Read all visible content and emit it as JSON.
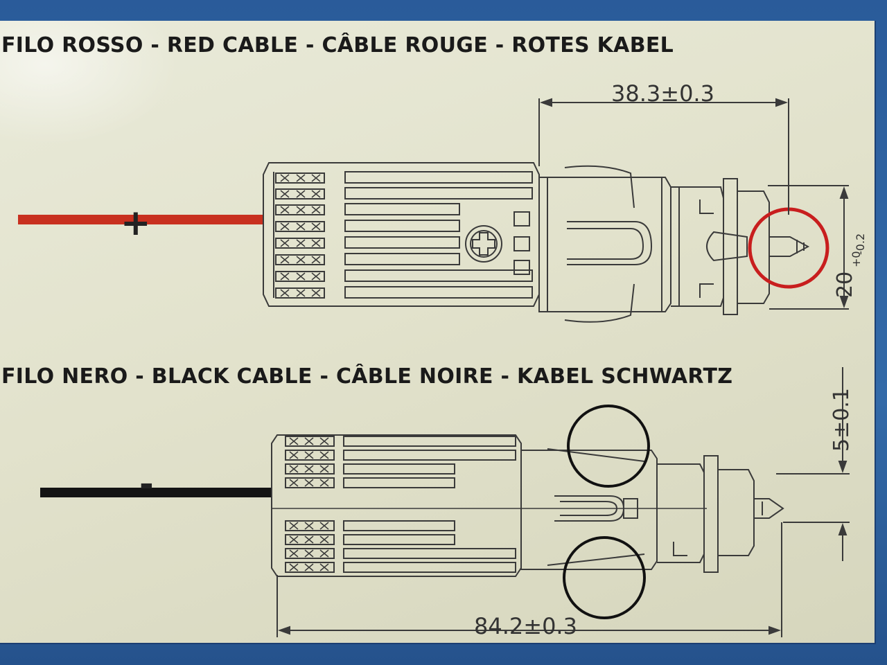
{
  "heading_red": "FILO ROSSO - RED CABLE - CÂBLE ROUGE - ROTES KABEL",
  "heading_black": "FILO NERO - BLACK CABLE - CÂBLE NOIRE - KABEL SCHWARTZ",
  "dimensions": {
    "top": "38.3±0.3",
    "right_main": "20",
    "right_tol_upper": "+0",
    "right_tol_lower": "-0.2",
    "side": "5±0.1",
    "bottom": "84.2±0.3"
  },
  "polarity": {
    "positive": "+",
    "negative": "-"
  },
  "colors": {
    "red_cable": "#c8301f",
    "black_cable": "#141414",
    "highlight_circle": "#c81e1e",
    "background_frame": "#2f5f9c"
  }
}
